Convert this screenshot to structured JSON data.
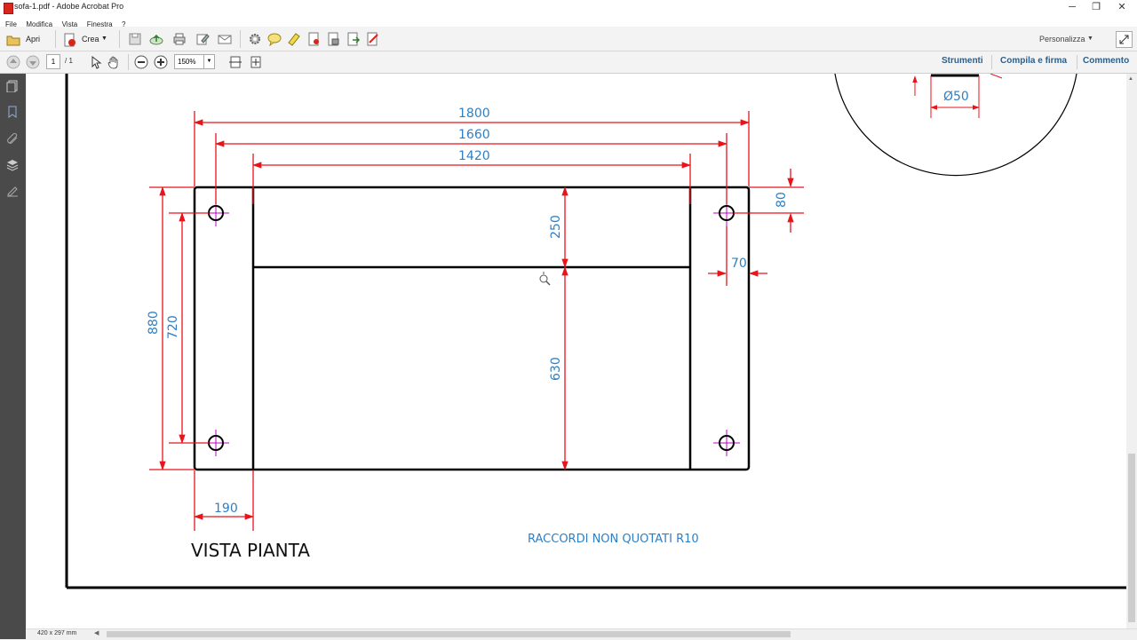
{
  "window": {
    "title": "sofa-1.pdf - Adobe Acrobat Pro",
    "minimize": "─",
    "restore": "❐",
    "close": "✕"
  },
  "menu": [
    "File",
    "Modifica",
    "Vista",
    "Finestra",
    "?"
  ],
  "toolbar": {
    "open_label": "Apri",
    "create_label": "Crea",
    "customize_label": "Personalizza",
    "icons": [
      "save-icon",
      "cloud-upload-icon",
      "print-icon",
      "edit-icon",
      "email-icon",
      "settings-icon",
      "comment-icon",
      "highlight-icon",
      "document-icon",
      "secure-icon",
      "export-icon",
      "sign-icon"
    ]
  },
  "nav": {
    "current_page": "1",
    "page_total": "/ 1",
    "zoom": "150%"
  },
  "panels": {
    "tools": "Strumenti",
    "fill_sign": "Compila e firma",
    "comment": "Commento"
  },
  "status": {
    "page_size": "420 x 297 mm"
  },
  "drawing": {
    "dims": {
      "d1800": "1800",
      "d1660": "1660",
      "d1420": "1420",
      "d250": "250",
      "d630": "630",
      "d880": "880",
      "d720": "720",
      "d190": "190",
      "d80": "80",
      "d70": "70",
      "d50": "Ø50"
    },
    "view_title": "VISTA PIANTA",
    "note": "RACCORDI NON QUOTATI R10",
    "colors": {
      "dimension": "#e8141c",
      "text": "#2e7fc4",
      "center": "#c000c0",
      "outline": "#000000"
    }
  }
}
